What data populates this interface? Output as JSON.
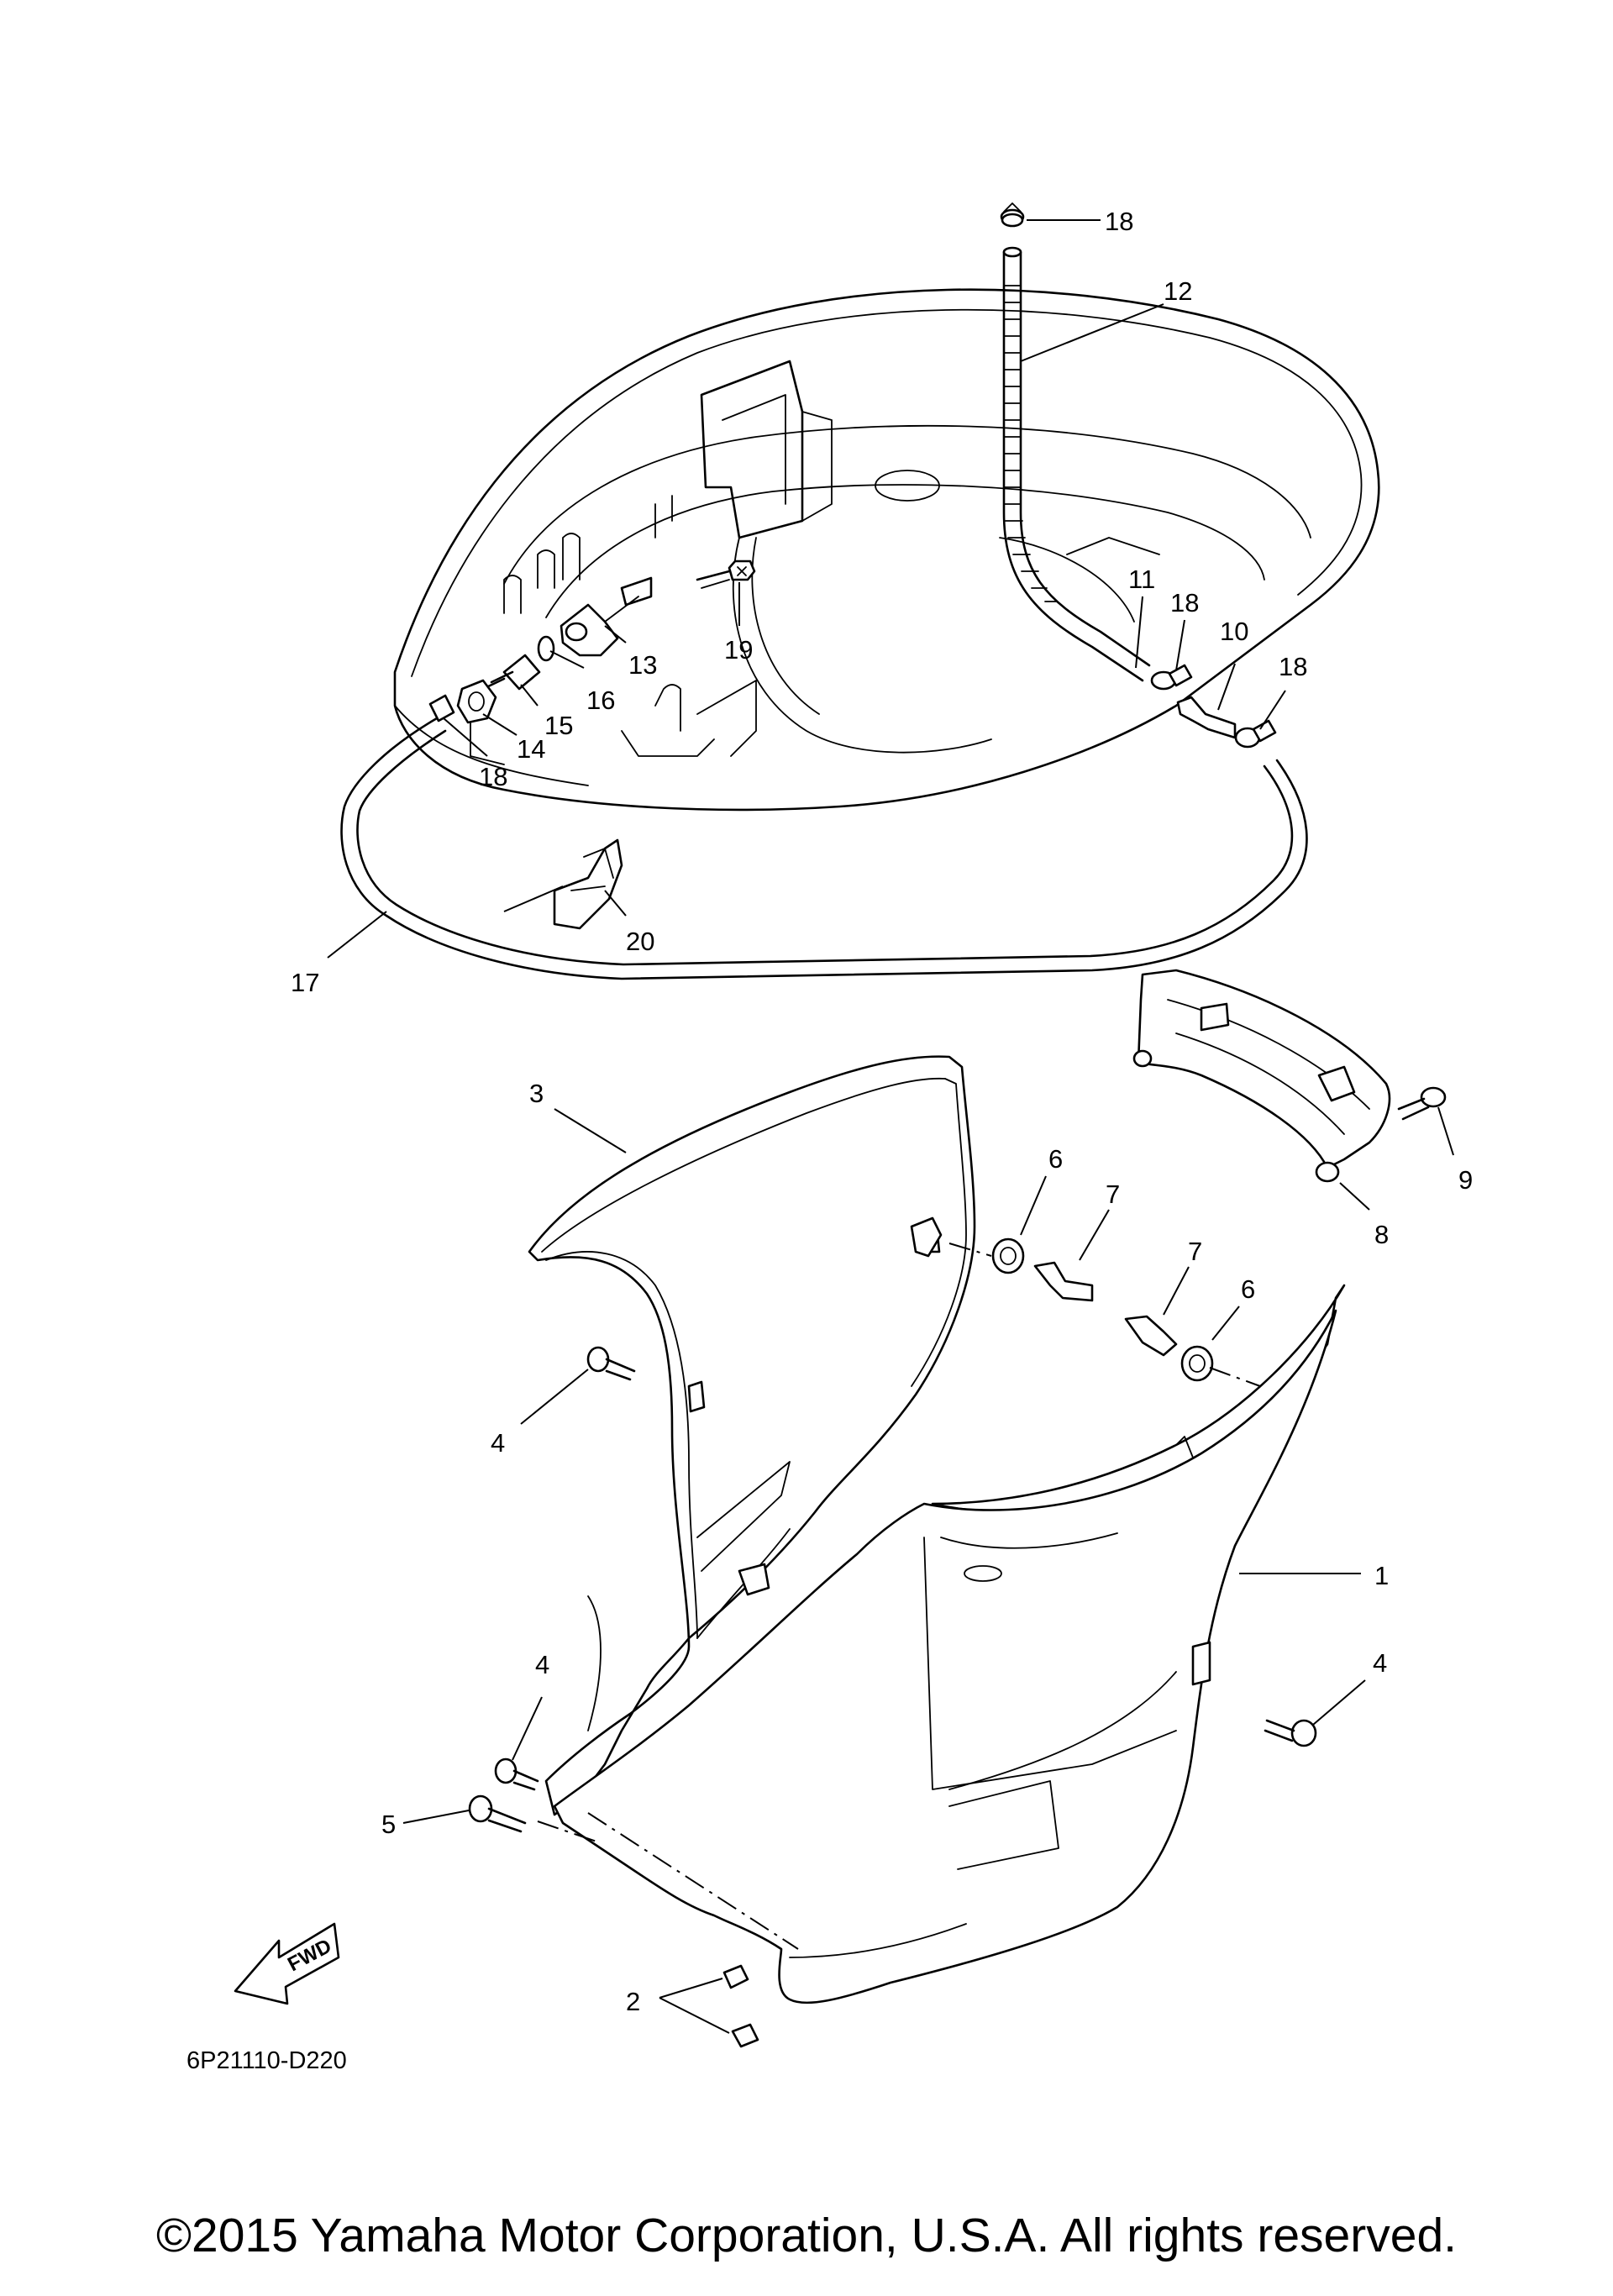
{
  "diagram": {
    "part_code": "6P21110-D220",
    "fwd_label": "FWD",
    "callouts": {
      "c1": "1",
      "c2": "2",
      "c3": "3",
      "c4a": "4",
      "c4b": "4",
      "c4c": "4",
      "c5": "5",
      "c6a": "6",
      "c6b": "6",
      "c7a": "7",
      "c7b": "7",
      "c8": "8",
      "c9": "9",
      "c10": "10",
      "c11": "11",
      "c12": "12",
      "c13": "13",
      "c14": "14",
      "c15": "15",
      "c16": "16",
      "c17": "17",
      "c18a": "18",
      "c18b": "18",
      "c18c": "18",
      "c18d": "18",
      "c19": "19",
      "c20": "20"
    }
  },
  "footer": {
    "copyright": "©2015 Yamaha Motor Corporation, U.S.A. All rights reserved."
  }
}
